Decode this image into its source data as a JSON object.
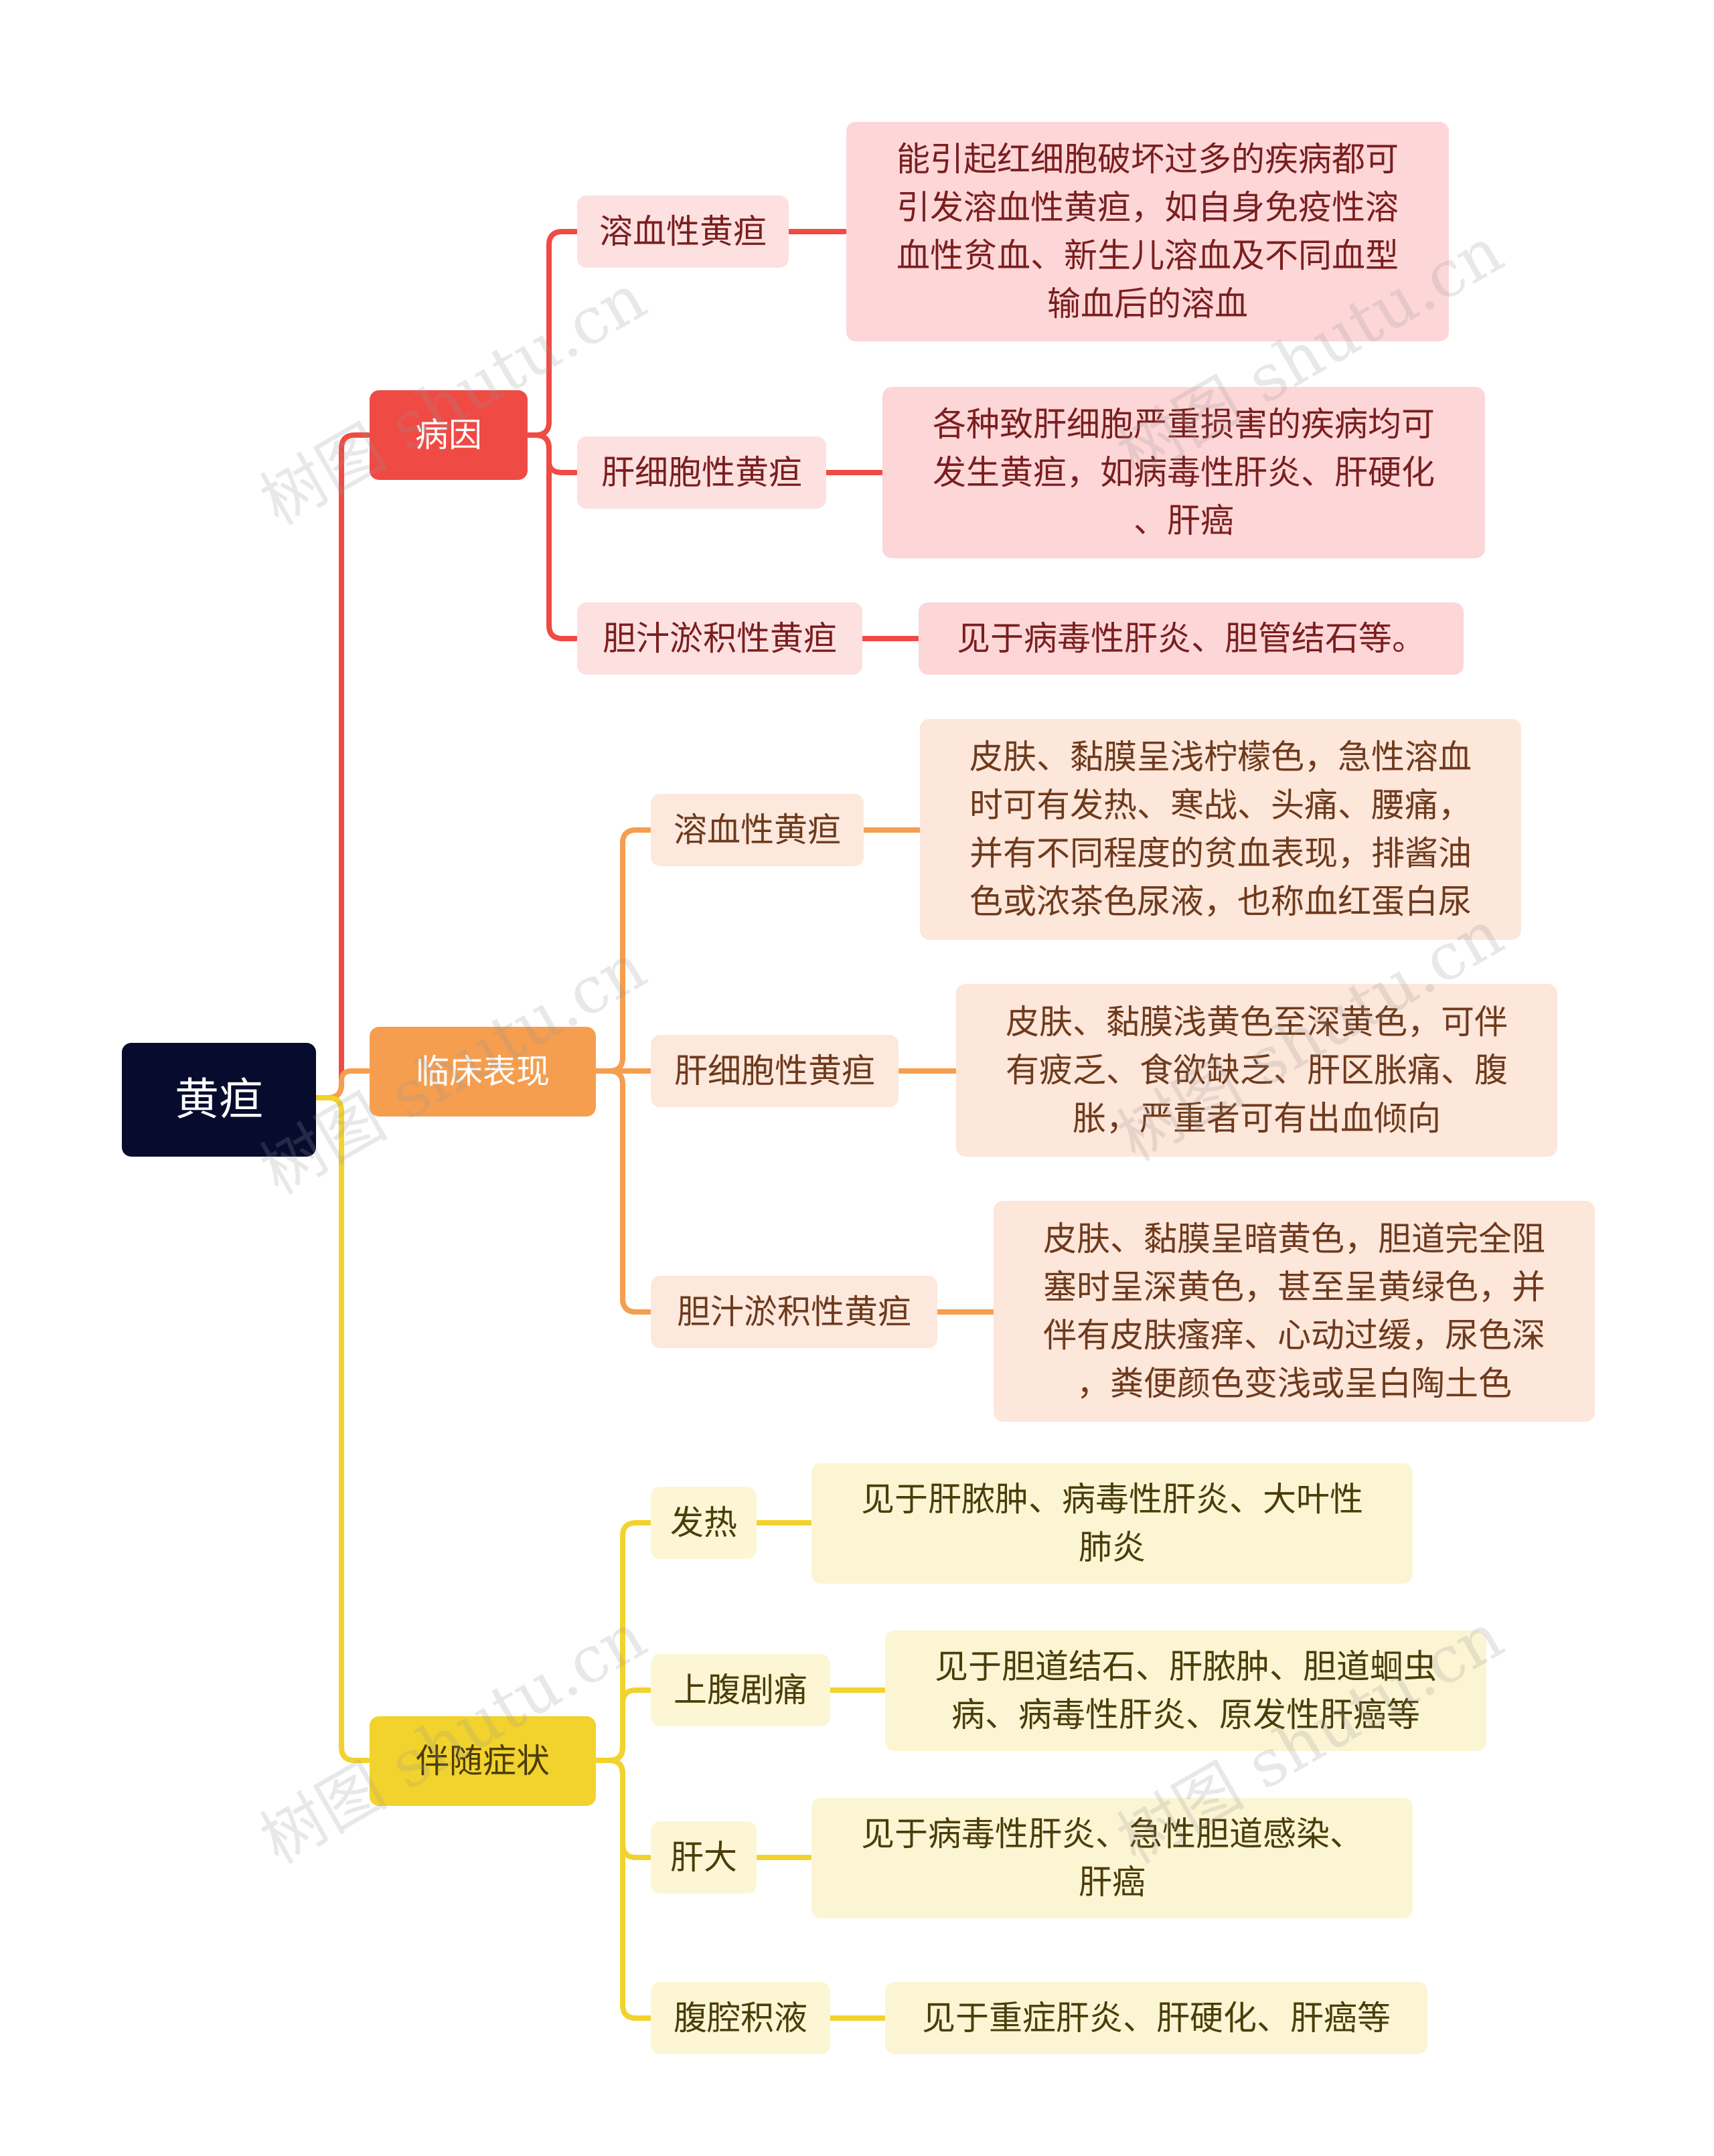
{
  "root": {
    "label": "黄疸"
  },
  "branches": [
    {
      "label": "病因",
      "color": "#f04a45",
      "children": [
        {
          "label": "溶血性黄疸",
          "detail": "能引起红细胞破坏过多的疾病都可\n引发溶血性黄疸，如自身免疫性溶\n血性贫血、新生儿溶血及不同血型\n输血后的溶血"
        },
        {
          "label": "肝细胞性黄疸",
          "detail": "各种致肝细胞严重损害的疾病均可\n发生黄疸，如病毒性肝炎、肝硬化\n、肝癌"
        },
        {
          "label": "胆汁淤积性黄疸",
          "detail": "见于病毒性肝炎、胆管结石等。"
        }
      ]
    },
    {
      "label": "临床表现",
      "color": "#f59e50",
      "children": [
        {
          "label": "溶血性黄疸",
          "detail": "皮肤、黏膜呈浅柠檬色，急性溶血\n时可有发热、寒战、头痛、腰痛，\n并有不同程度的贫血表现，排酱油\n色或浓茶色尿液，也称血红蛋白尿"
        },
        {
          "label": "肝细胞性黄疸",
          "detail": "皮肤、黏膜浅黄色至深黄色，可伴\n有疲乏、食欲缺乏、肝区胀痛、腹\n胀，严重者可有出血倾向"
        },
        {
          "label": "胆汁淤积性黄疸",
          "detail": "皮肤、黏膜呈暗黄色，胆道完全阻\n塞时呈深黄色，甚至呈黄绿色，并\n伴有皮肤瘙痒、心动过缓，尿色深\n，粪便颜色变浅或呈白陶土色"
        }
      ]
    },
    {
      "label": "伴随症状",
      "color": "#f2d22c",
      "children": [
        {
          "label": "发热",
          "detail": "见于肝脓肿、病毒性肝炎、大叶性\n肺炎"
        },
        {
          "label": "上腹剧痛",
          "detail": "见于胆道结石、肝脓肿、胆道蛔虫\n病、病毒性肝炎、原发性肝癌等"
        },
        {
          "label": "肝大",
          "detail": "见于病毒性肝炎、急性胆道感染、\n肝癌"
        },
        {
          "label": "腹腔积液",
          "detail": "见于重症肝炎、肝硬化、肝癌等"
        }
      ]
    }
  ],
  "watermark": {
    "text": "树图 shutu.cn"
  }
}
